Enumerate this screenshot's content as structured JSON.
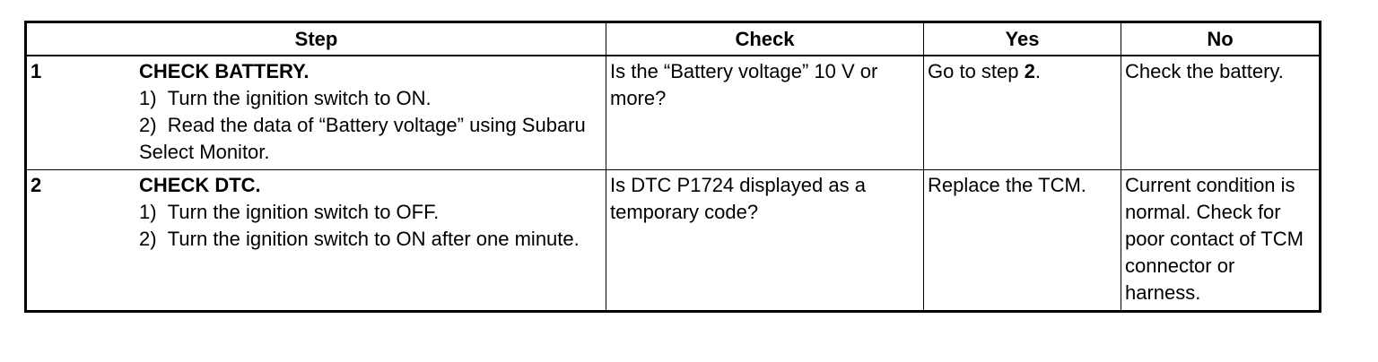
{
  "table": {
    "headers": [
      "Step",
      "Check",
      "Yes",
      "No"
    ],
    "rows": [
      {
        "number": "1",
        "title": "CHECK BATTERY.",
        "substeps": [
          "1)  Turn the ignition switch to ON.",
          "2)  Read the data of “Battery voltage” using Subaru Select Monitor."
        ],
        "check": "Is the “Battery voltage” 10 V or more?",
        "yes_prefix": "Go to step ",
        "yes_step": "2",
        "yes_suffix": ".",
        "no": "Check the battery."
      },
      {
        "number": "2",
        "title": "CHECK DTC.",
        "substeps": [
          "1)  Turn the ignition switch to OFF.",
          "2)  Turn the ignition switch to ON after one minute."
        ],
        "check": "Is DTC P1724 displayed as a temporary code?",
        "yes": "Replace the TCM.",
        "no": "Current condition is normal. Check for poor contact of TCM connector or harness."
      }
    ]
  }
}
